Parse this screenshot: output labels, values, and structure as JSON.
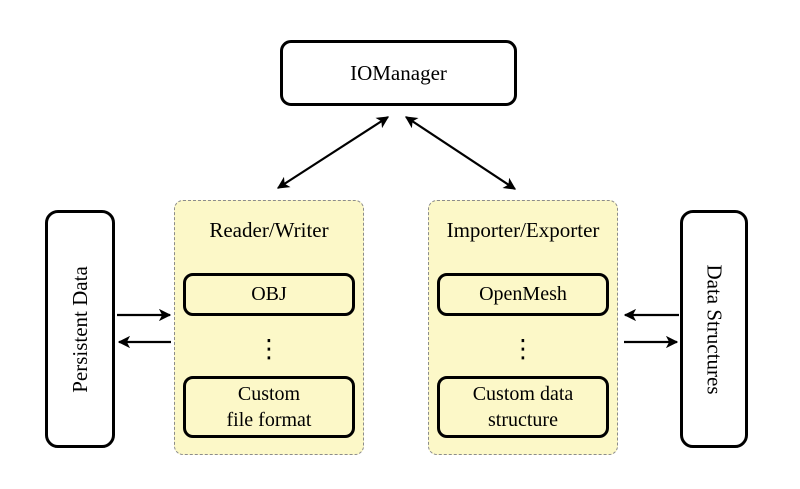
{
  "diagram": {
    "top_node": {
      "label": "IOManager"
    },
    "left_group": {
      "title": "Reader/Writer",
      "boxes": [
        {
          "lines": [
            "OBJ"
          ]
        },
        {
          "lines": [
            "Custom",
            "file format"
          ]
        }
      ],
      "ellipsis": "⋮"
    },
    "right_group": {
      "title": "Importer/Exporter",
      "boxes": [
        {
          "lines": [
            "OpenMesh"
          ]
        },
        {
          "lines": [
            "Custom data",
            "structure"
          ]
        }
      ],
      "ellipsis": "⋮"
    },
    "left_side_node": {
      "label": "Persistent Data"
    },
    "right_side_node": {
      "label": "Data Structures"
    }
  },
  "colors": {
    "group_fill": "#FCF8C8",
    "group_border": "#8C8C8C",
    "node_border": "#000000",
    "arrow": "#000000",
    "background": "#FFFFFF"
  }
}
